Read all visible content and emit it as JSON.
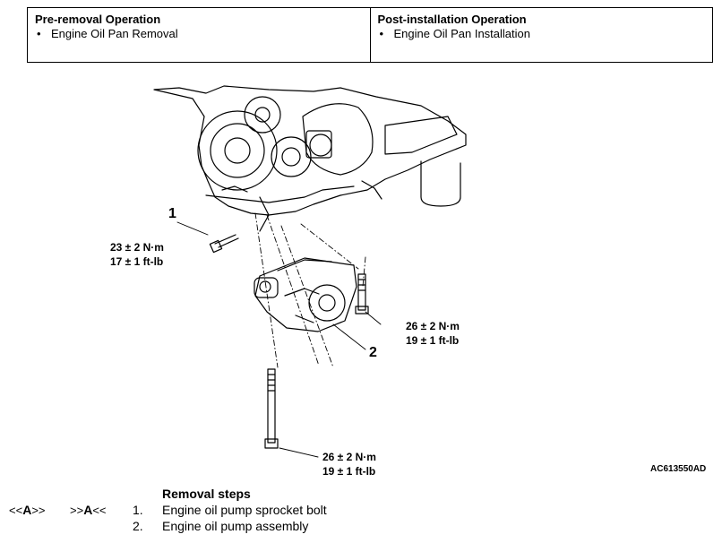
{
  "operations": {
    "pre": {
      "title": "Pre-removal Operation",
      "item": "Engine Oil Pan Removal"
    },
    "post": {
      "title": "Post-installation Operation",
      "item": "Engine Oil Pan Installation"
    }
  },
  "figure": {
    "code": "AC613550AD",
    "callouts": [
      {
        "number": "1",
        "torque_nm": "23 ± 2 N·m",
        "torque_ftlb": "17 ± 1 ft-lb"
      },
      {
        "number": "2",
        "torque_nm": "26 ± 2 N·m",
        "torque_ftlb": "19 ± 1 ft-lb"
      },
      {
        "torque_nm": "26 ± 2 N·m",
        "torque_ftlb": "19 ± 1 ft-lb"
      }
    ]
  },
  "removal": {
    "title": "Removal steps",
    "steps": [
      {
        "ref_left_pre": "<<",
        "ref_left_letter": "A",
        "ref_left_post": ">>",
        "ref_right_pre": ">>",
        "ref_right_letter": "A",
        "ref_right_post": "<<",
        "number": "1.",
        "text": "Engine oil pump sprocket bolt"
      },
      {
        "number": "2.",
        "text": "Engine oil pump assembly"
      }
    ]
  },
  "bullet": "•"
}
